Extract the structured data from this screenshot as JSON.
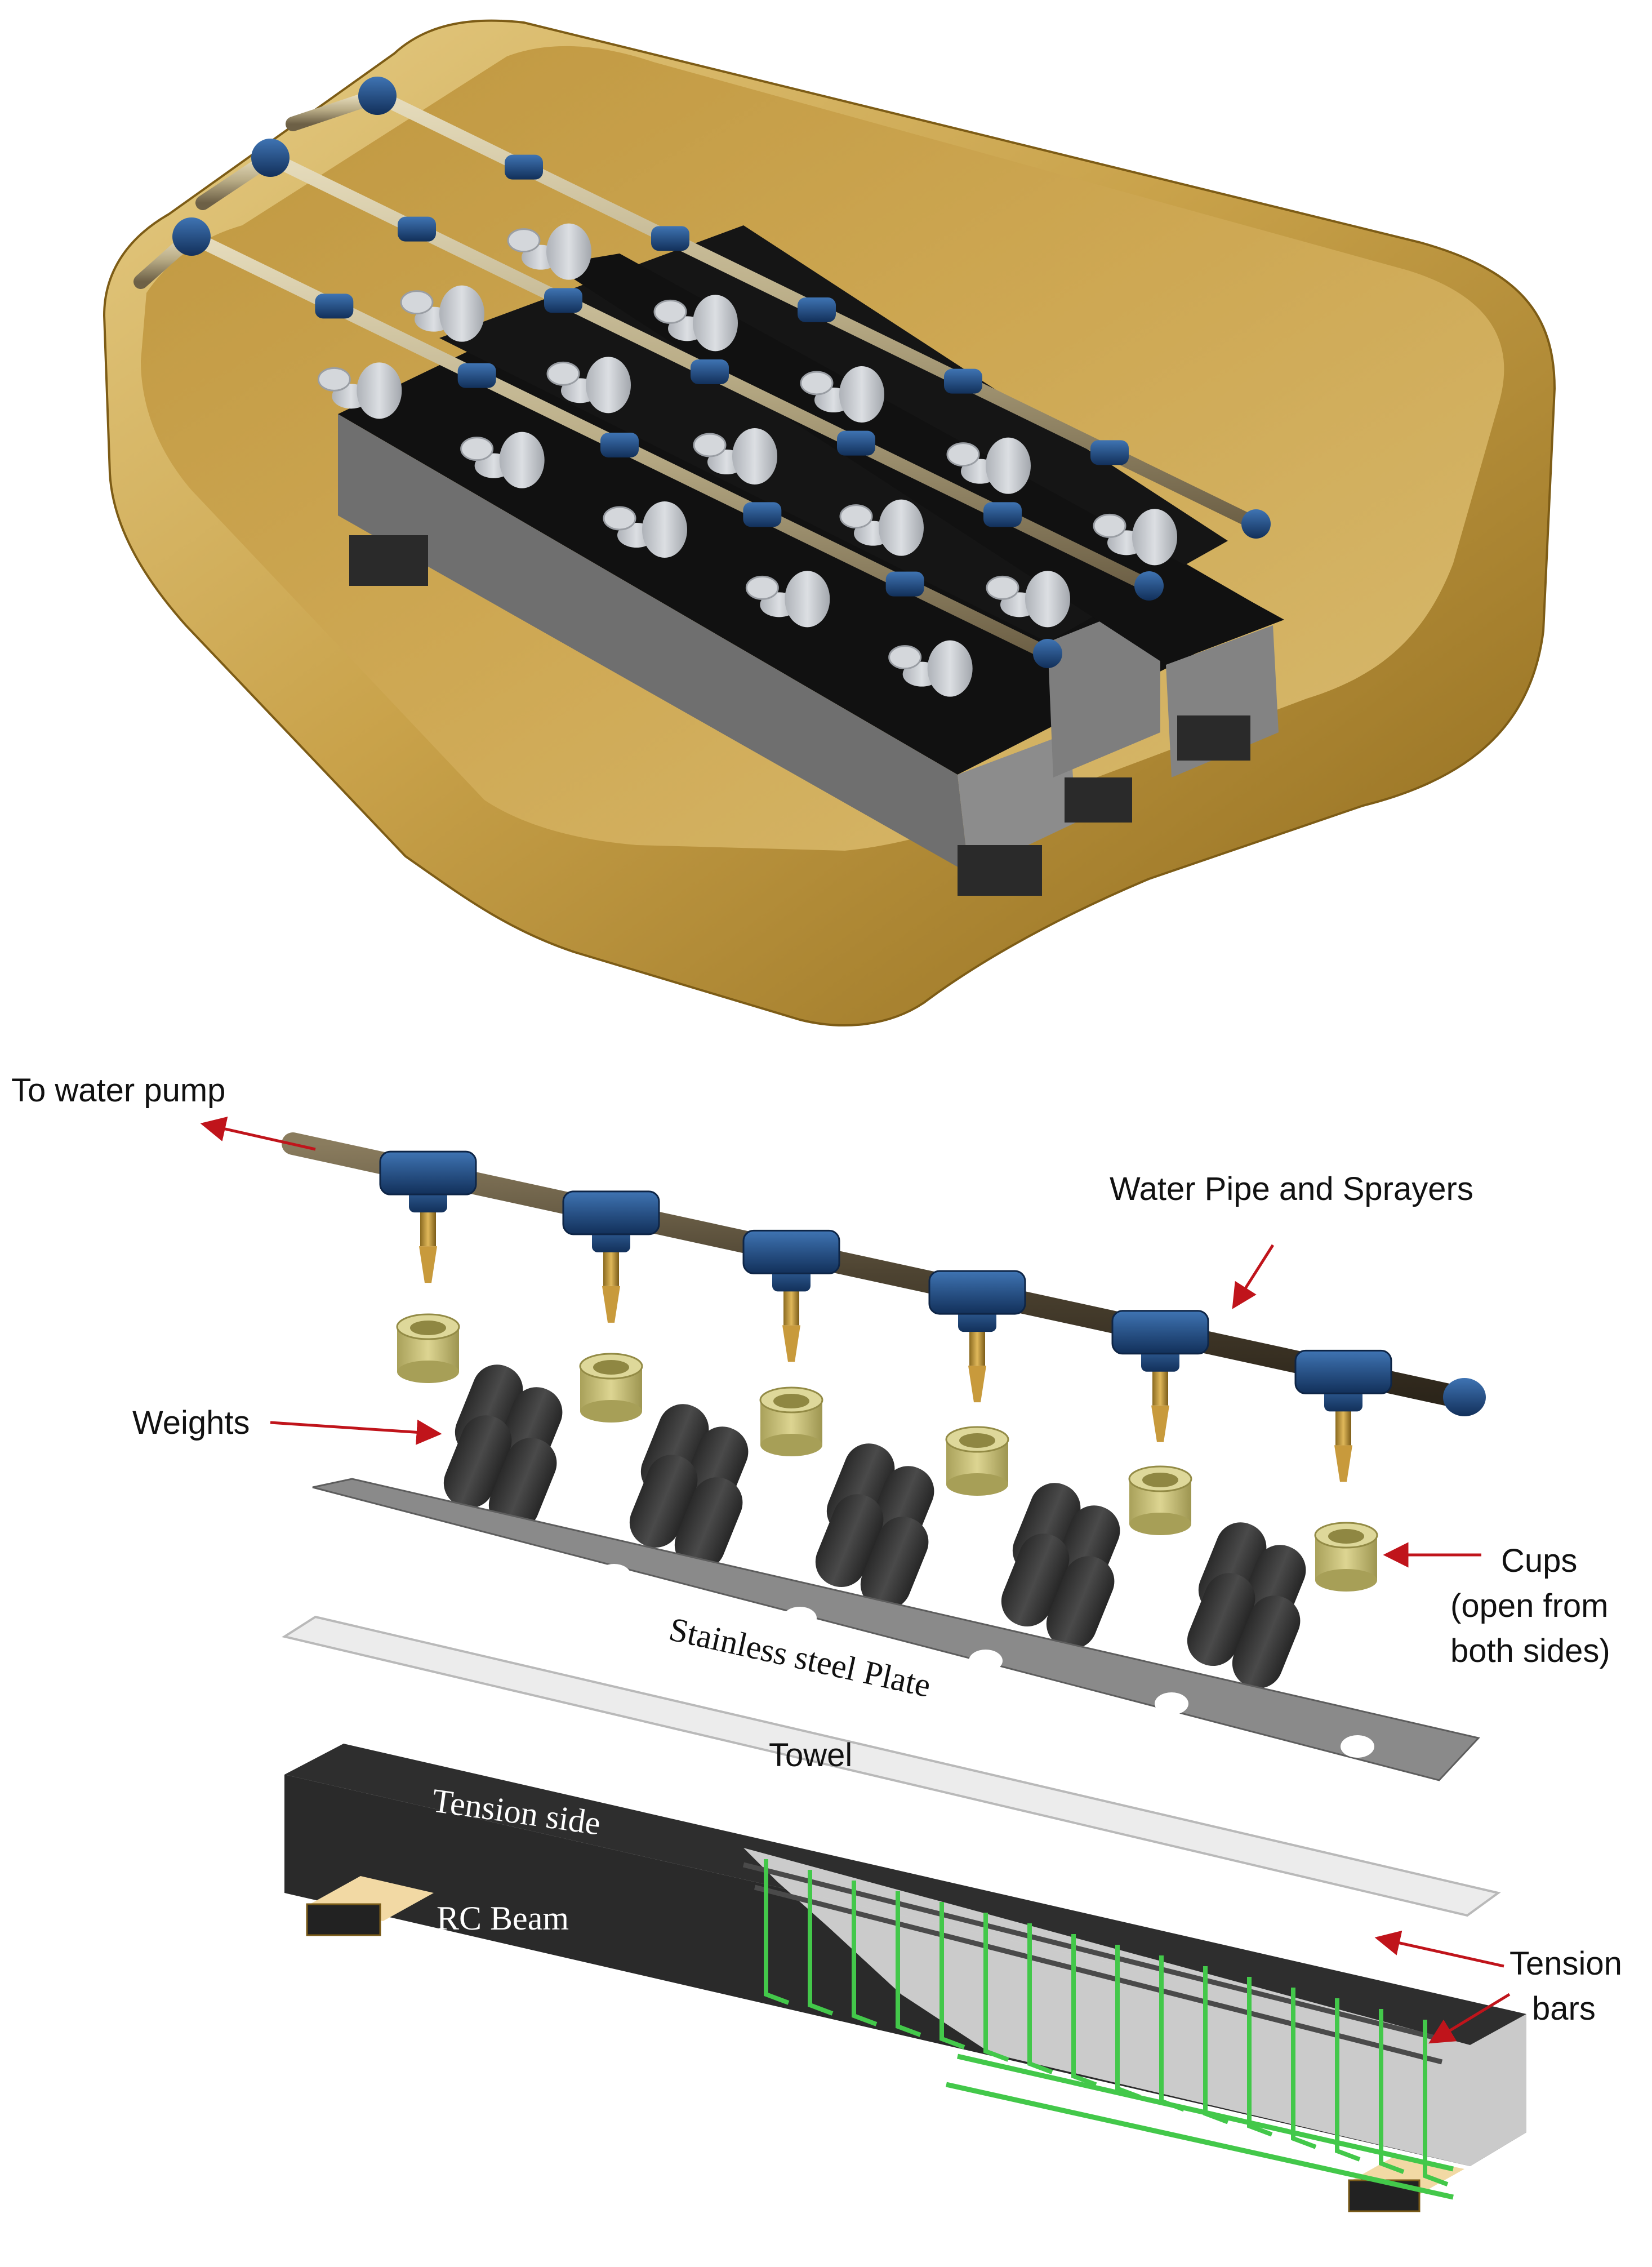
{
  "colors": {
    "tray": "#c9a24a",
    "tray_dark": "#8f6a1c",
    "tray_light": "#e3c77c",
    "pipe_fitting": "#1f4f87",
    "pipe_fitting_dark": "#12305a",
    "pipe_tube_top": "#d7ccaa",
    "pipe_tube_bottom": "#5a4e3a",
    "weight": "#3b3b3b",
    "weight_light": "#c9ccd1",
    "cup": "#cfc77f",
    "plate": "#8a8a8a",
    "towel": "#ececec",
    "beam": "#2b2b2b",
    "beam_box": "#7a7a7a",
    "rebar": "#43c84a",
    "arrow": "#c0141b"
  },
  "labels": {
    "to_water_pump": "To water pump",
    "water_pipe_and_sprayers": "Water Pipe and Sprayers",
    "weights": "Weights",
    "cups_line1": "Cups",
    "cups_line2": "(open from",
    "cups_line3": "both sides)",
    "stainless_steel_plate": "Stainless steel Plate",
    "towel": "Towel",
    "tension_side": "Tension side",
    "rc_beam": "RC Beam",
    "tension_bars_line1": "Tension",
    "tension_bars_line2": "bars"
  },
  "icons": {
    "arrow": "red-arrow-icon",
    "sprayer": "sprayer-icon",
    "weight": "cylindrical-weight-icon",
    "cup": "cup-icon"
  }
}
